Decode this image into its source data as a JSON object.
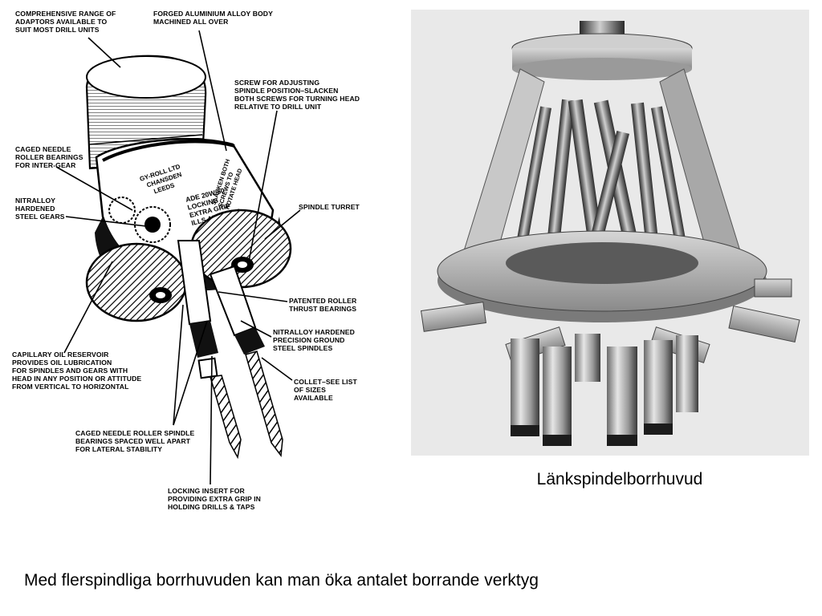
{
  "callouts": {
    "adaptors": "COMPREHENSIVE RANGE OF\nADAPTORS AVAILABLE TO\nSUIT MOST DRILL UNITS",
    "body": "FORGED ALUMINIUM ALLOY BODY\nMACHINED ALL OVER",
    "screw": "SCREW FOR ADJUSTING\nSPINDLE POSITION–SLACKEN\nBOTH SCREWS FOR TURNING HEAD\nRELATIVE TO DRILL UNIT",
    "needle_gear": "CAGED NEEDLE\nROLLER BEARINGS\nFOR INTER-GEAR",
    "gears": "NITRALLOY\nHARDENED\nSTEEL GEARS",
    "turret": "SPINDLE TURRET",
    "thrust": "PATENTED ROLLER\nTHRUST BEARINGS",
    "spindles": "NITRALLOY HARDENED\nPRECISION GROUND\nSTEEL SPINDLES",
    "reservoir": "CAPILLARY OIL RESERVOIR\nPROVIDES OIL LUBRICATION\nFOR SPINDLES AND GEARS WITH\nHEAD IN ANY POSITION OR ATTITUDE\nFROM VERTICAL TO HORIZONTAL",
    "collet": "COLLET–SEE LIST\nOF SIZES\nAVAILABLE",
    "spindle_bearings": "CAGED NEEDLE ROLLER SPINDLE\nBEARINGS SPACED WELL APART\nFOR LATERAL STABILITY",
    "insert": "LOCKING INSERT FOR\nPROVIDING EXTRA GRIP IN\nHOLDING DRILLS & TAPS"
  },
  "plate": {
    "line1": "GY-ROLL LTD",
    "line2": "CHANSDEN",
    "line3": "LEEDS",
    "model1": "ADE 20W/50",
    "model2": "LOCKING",
    "model3": "EXTRA GRIP",
    "model4": "ILLS AND TAPS",
    "side1": "SLACKEN BOTH",
    "side2": "SCREWS TO",
    "side3": "ROTATE HEAD"
  },
  "photo_caption": "Länkspindelborrhuvud",
  "slide_text": "Med flerspindliga borrhuvuden kan man öka antalet borrande verktyg",
  "colors": {
    "background": "#ffffff",
    "ink": "#000000",
    "photo_background": "#e9e9e9",
    "metal_light": "#d6d6d6",
    "metal_dark": "#3a3a3a"
  }
}
